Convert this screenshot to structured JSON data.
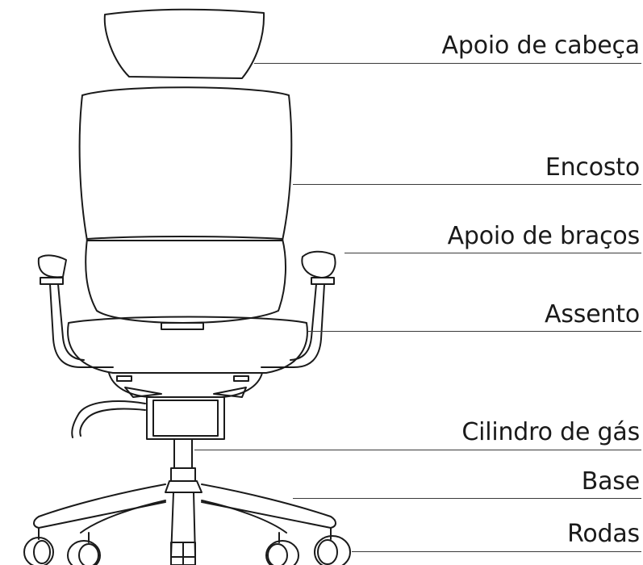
{
  "labels": {
    "headrest": "Apoio de cabeça",
    "backrest": "Encosto",
    "armrest": "Apoio de braços",
    "seat": "Assento",
    "gas_cylinder": "Cilindro de gás",
    "base": "Base",
    "wheels": "Rodas"
  },
  "colors": {
    "line": "#1a1a1a",
    "background": "#ffffff"
  }
}
